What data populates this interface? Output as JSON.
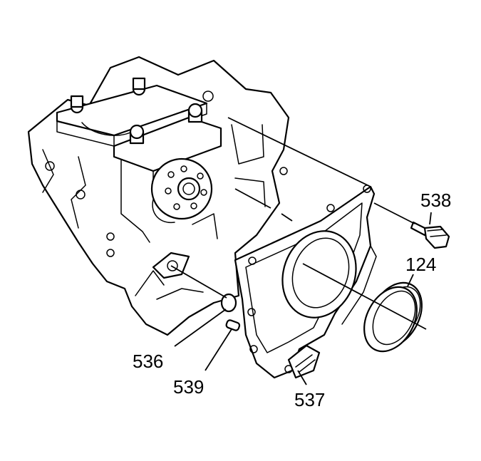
{
  "diagram": {
    "callouts": [
      {
        "id": "536",
        "label": "536"
      },
      {
        "id": "539",
        "label": "539"
      },
      {
        "id": "537",
        "label": "537"
      },
      {
        "id": "538",
        "label": "538"
      },
      {
        "id": "124",
        "label": "124"
      }
    ],
    "colors": {
      "line": "#000000",
      "background": "#ffffff"
    }
  }
}
